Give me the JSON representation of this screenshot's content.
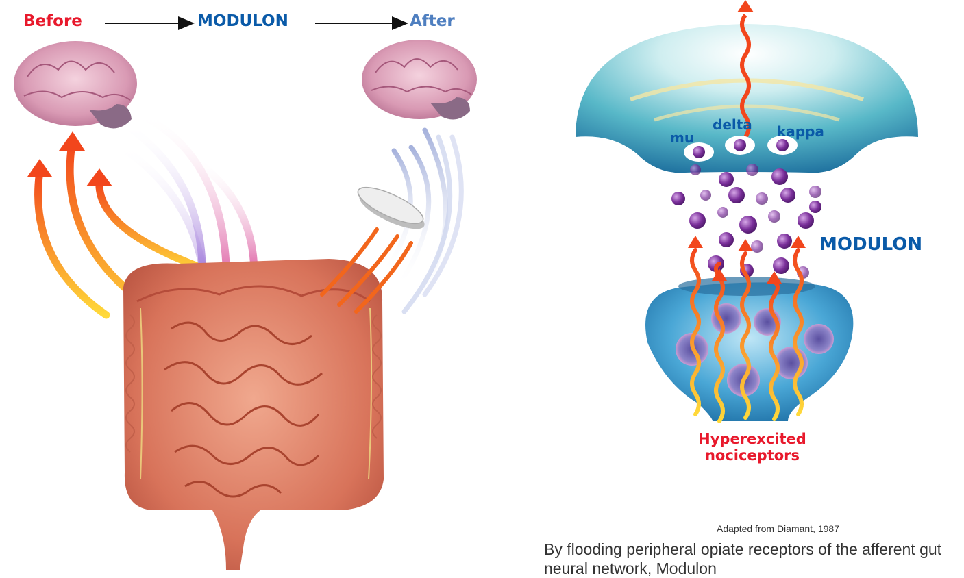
{
  "left_diagram": {
    "flow": {
      "before": "Before",
      "middle": "MODULON",
      "after": "After"
    }
  },
  "right_diagram": {
    "receptors": {
      "mu": "mu",
      "delta": "delta",
      "kappa": "kappa"
    },
    "drug_label": "MODULON",
    "source_line1": "Hyperexcited",
    "source_line2": "nociceptors",
    "credit": "Adapted from Diamant, 1987"
  },
  "caption": "By flooding peripheral opiate receptors of the afferent gut neural network, Modulon",
  "colors": {
    "red": "#e8192c",
    "blue": "#0a5aa8",
    "light_blue": "#4f7fc0"
  }
}
